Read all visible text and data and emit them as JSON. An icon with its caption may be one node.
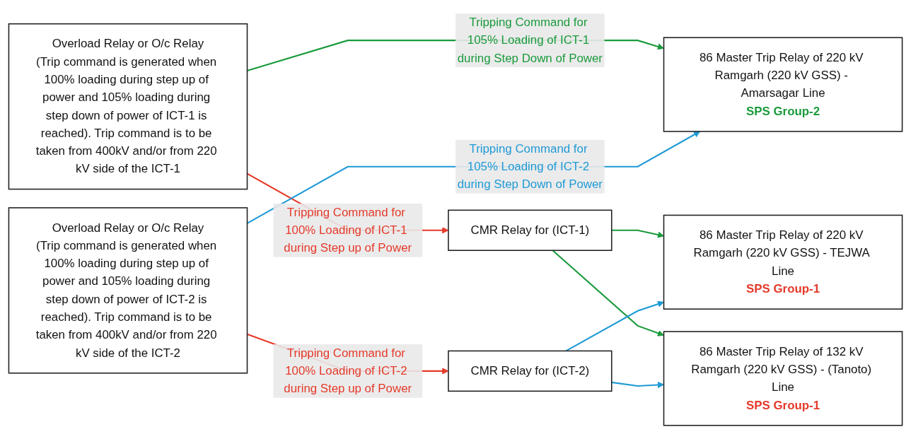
{
  "diagram": {
    "nodes": [
      {
        "text": [
          "Overload Relay or O/c Relay",
          "(Trip command is generated when 100% loading during step up of power and 105% loading during step down of power of ICT-1 is reached). Trip command is to be taken from 400kV and/or from 220 kV side of the ICT-1"
        ]
      },
      {
        "text": [
          "CMR Relay for (ICT-1)"
        ]
      },
      {
        "text": [
          "86 Master Trip Relay of 220 kV Ramgarh (220 kV GSS) - Amarsagar Line",
          "SPS Group-2"
        ]
      },
      {
        "text": [
          "Overload Relay or O/c Relay",
          "(Trip command is generated when 100% loading during step up of power and 105% loading during step down of power of ICT-2 is reached). Trip command is to be taken from 400kV and/or from 220 kV side of the ICT-2"
        ]
      },
      {
        "text": [
          "CMR Relay for (ICT-2)"
        ]
      },
      {
        "text": [
          "86 Master Trip Relay of 220 kV Ramgarh (220 kV GSS) - TEJWA Line",
          "SPS Group-1"
        ]
      },
      {
        "text": [
          "86 Master Trip Relay of 132 kV Ramgarh (220 kV GSS) - (Tanoto) Line",
          "SPS Group-1"
        ]
      }
    ],
    "edges": [
      {
        "from": 0,
        "to": 2,
        "arrow": "to",
        "label": "Tripping Command for 105% Loading of ICT-1 during Step Down of Power",
        "color": "#1a9a3c"
      },
      {
        "from": 0,
        "to": 1,
        "arrow": "to",
        "label": "Tripping Command for 100% Loading of ICT-1 during Step up of Power",
        "color": "#e53a2a"
      },
      {
        "from": 1,
        "to": 5,
        "arrow": "to",
        "color": "#1a9a3c"
      },
      {
        "from": 1,
        "to": 6,
        "arrow": "to",
        "color": "#1a9a3c"
      },
      {
        "from": 3,
        "to": 2,
        "arrow": "to",
        "label": "Tripping Command for 105% Loading of ICT-2 during Step Down of Power",
        "color": "#1e9ad6"
      },
      {
        "from": 3,
        "to": 4,
        "arrow": "to",
        "label": "Tripping Command for 100% Loading of ICT-2 during Step up of Power",
        "color": "#e53a2a"
      },
      {
        "from": 4,
        "to": 5,
        "arrow": "to",
        "color": "#1e9ad6"
      },
      {
        "from": 4,
        "to": 6,
        "arrow": "to",
        "color": "#1e9ad6"
      }
    ]
  }
}
